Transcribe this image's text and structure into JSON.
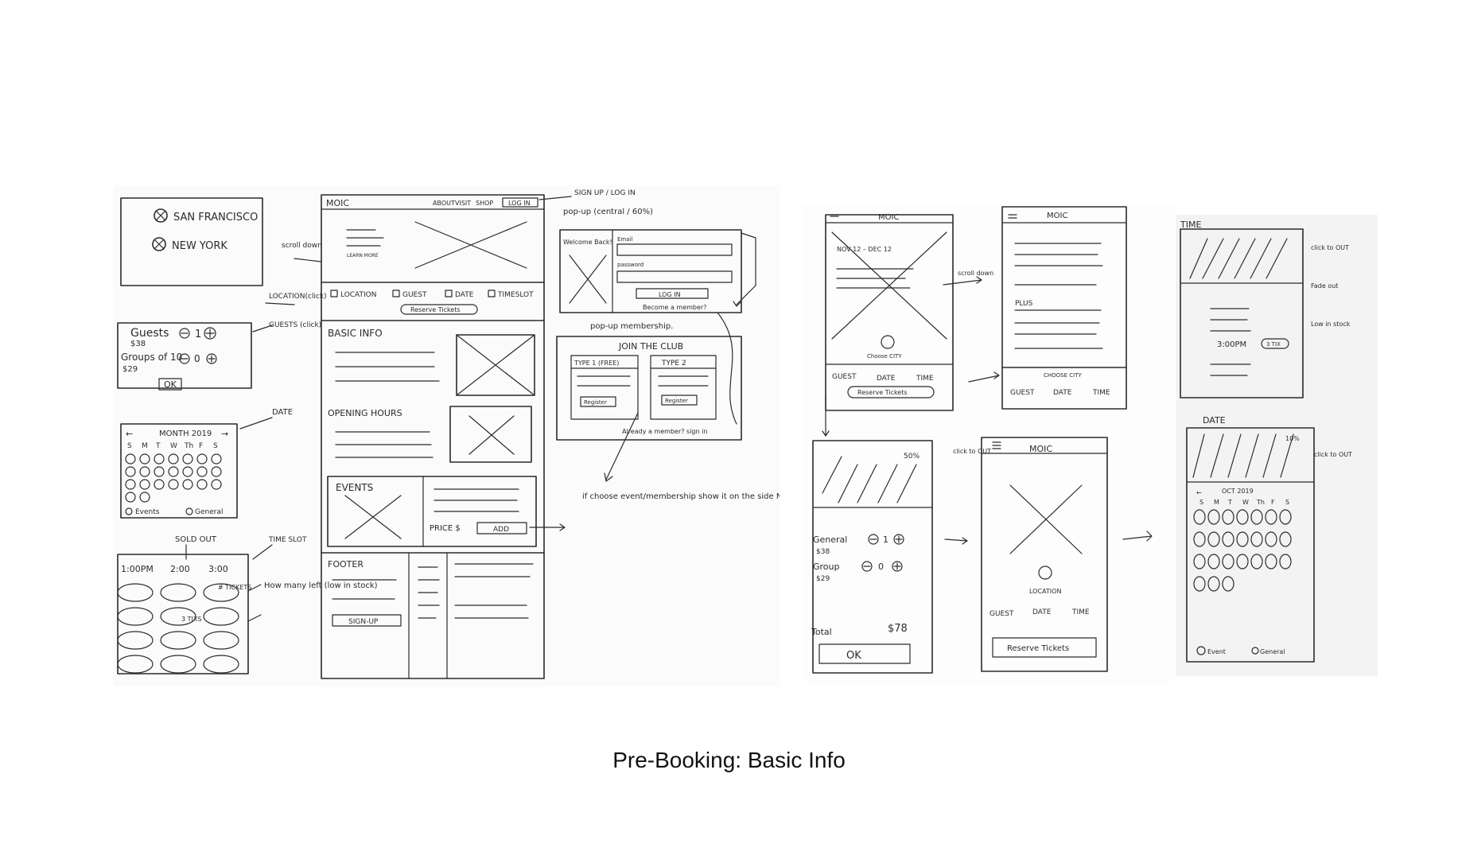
{
  "caption": "Pre-Booking: Basic Info",
  "sheet_left": {
    "city_modal": {
      "options": [
        "SAN FRANCISCO",
        "NEW YORK"
      ]
    },
    "guests_modal": {
      "guests_label": "Guests",
      "guests_price": "$38",
      "guests_count": "1",
      "groups_label": "Groups of 10",
      "groups_price": "$29",
      "groups_count": "0",
      "ok_label": "OK"
    },
    "calendar": {
      "month_label": "MONTH 2019",
      "prev": "←",
      "next": "→",
      "weekdays": [
        "S",
        "M",
        "T",
        "W",
        "Th",
        "F",
        "S"
      ],
      "legend_events": "Events",
      "legend_general": "General"
    },
    "timeslot": {
      "sold_out_label": "SOLD OUT",
      "times": [
        "1:00PM",
        "2:00",
        "3:00"
      ],
      "badge_a": "# TICKETS",
      "badge_b": "3 TIXS",
      "note": "How many left (low in stock)"
    },
    "side_labels": {
      "scroll": "scroll down",
      "location": "LOCATION(click)",
      "guests": "GUESTS (click)",
      "date": "DATE",
      "time_slot": "TIME SLOT"
    },
    "home": {
      "logo": "MOIC",
      "nav": [
        "ABOUT",
        "VISIT",
        "SHOP"
      ],
      "login": "LOG IN",
      "learn_more": "LEARN MORE",
      "filters": [
        "LOCATION",
        "GUEST",
        "DATE",
        "TIMESLOT"
      ],
      "reserve": "Reserve Tickets",
      "basic_info": "BASIC INFO",
      "opening_hours": "OPENING HOURS",
      "events": "EVENTS",
      "price": "PRICE $",
      "add": "ADD",
      "footer": "FOOTER",
      "signup": "SIGN-UP"
    },
    "popup": {
      "annotation_signup": "SIGN UP / LOG IN",
      "title": "pop-up (central / 60%)",
      "welcome": "Welcome Back!",
      "email": "Email",
      "password": "password",
      "login": "LOG IN",
      "become_member": "Become a member?"
    },
    "membership": {
      "title": "pop-up membership.",
      "join": "JOIN THE CLUB",
      "type1": "TYPE 1 (FREE)",
      "type2": "TYPE 2",
      "register": "Register",
      "already": "Already a member? sign in"
    },
    "note": "if choose event/membership show it on the side NEXT page!!"
  },
  "sheet_mid": {
    "phone1": {
      "logo": "MOIC",
      "dates": "NOV 12 – DEC 12",
      "choose_city": "Choose CITY",
      "tabs": [
        "GUEST",
        "DATE",
        "TIME"
      ],
      "reserve": "Reserve Tickets",
      "scroll_note": "scroll down"
    },
    "phone2": {
      "logo": "MOIC",
      "plus": "PLUS",
      "choose_city": "CHOOSE CITY",
      "tabs": [
        "GUEST",
        "DATE",
        "TIME"
      ]
    },
    "phone3": {
      "percent": "50%",
      "click_note": "click to OUT",
      "general_label": "General",
      "general_price": "$38",
      "general_count": "1",
      "group_label": "Group",
      "group_price": "$29",
      "group_count": "0",
      "total_label": "Total",
      "total_value": "$78",
      "ok_label": "OK"
    },
    "phone4": {
      "logo": "MOIC",
      "location": "LOCATION",
      "tabs": [
        "GUEST",
        "DATE",
        "TIME"
      ],
      "reserve": "Reserve Tickets"
    }
  },
  "sheet_right": {
    "time_panel": {
      "title": "TIME",
      "time_value": "3:00PM",
      "badge": "3 TIX",
      "notes": [
        "click to OUT",
        "Fade out",
        "Low in stock"
      ]
    },
    "date_panel": {
      "title": "DATE",
      "percent": "10%",
      "month": "OCT 2019",
      "weekdays": [
        "S",
        "M",
        "T",
        "W",
        "Th",
        "F",
        "S"
      ],
      "note": "click to OUT",
      "legend_event": "Event",
      "legend_general": "General"
    }
  }
}
